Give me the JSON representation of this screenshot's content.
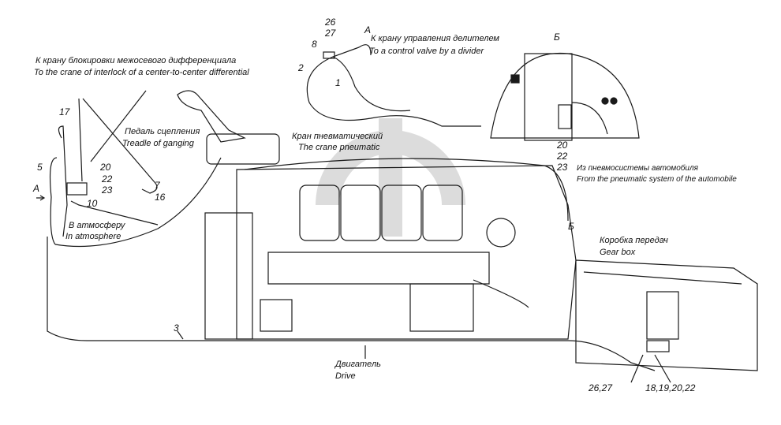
{
  "view_a": {
    "marker": "А",
    "parts": [
      "26",
      "27",
      "8",
      "2",
      "1"
    ],
    "label_ru": "К крану управления делителем",
    "label_en": "To a control valve by a divider"
  },
  "view_b": {
    "marker": "Б",
    "parts": [
      "20",
      "22",
      "23"
    ],
    "label_ru": "Из пневмосистемы автомобиля",
    "label_en": "From the pneumatic system of the automobile"
  },
  "interlock": {
    "label_ru": "К крану блокировки межосевого дифференциала",
    "label_en": "To the crane of interlock of a center-to-center differential"
  },
  "pedal": {
    "label_ru": "Педаль сцепления",
    "label_en": "Treadle of ganging",
    "parts": [
      "17",
      "5",
      "20",
      "22",
      "23",
      "7",
      "16",
      "10"
    ],
    "arrow_marker": "А"
  },
  "atmosphere": {
    "label_ru": "В атмосферу",
    "label_en": "In atmosphere"
  },
  "crane": {
    "label_ru": "Кран пневматический",
    "label_en": "The crane pneumatic"
  },
  "gearbox": {
    "marker": "Б",
    "label_ru": "Коробка передач",
    "label_en": "Gear box"
  },
  "engine": {
    "label_ru": "Двигатель",
    "label_en": "Drive"
  },
  "hose": {
    "part": "3"
  },
  "bottom_parts": {
    "left": "26,27",
    "right": "18,19,20,22"
  },
  "colors": {
    "ink": "#1a1a1a",
    "watermark": "#d9d9d9"
  }
}
